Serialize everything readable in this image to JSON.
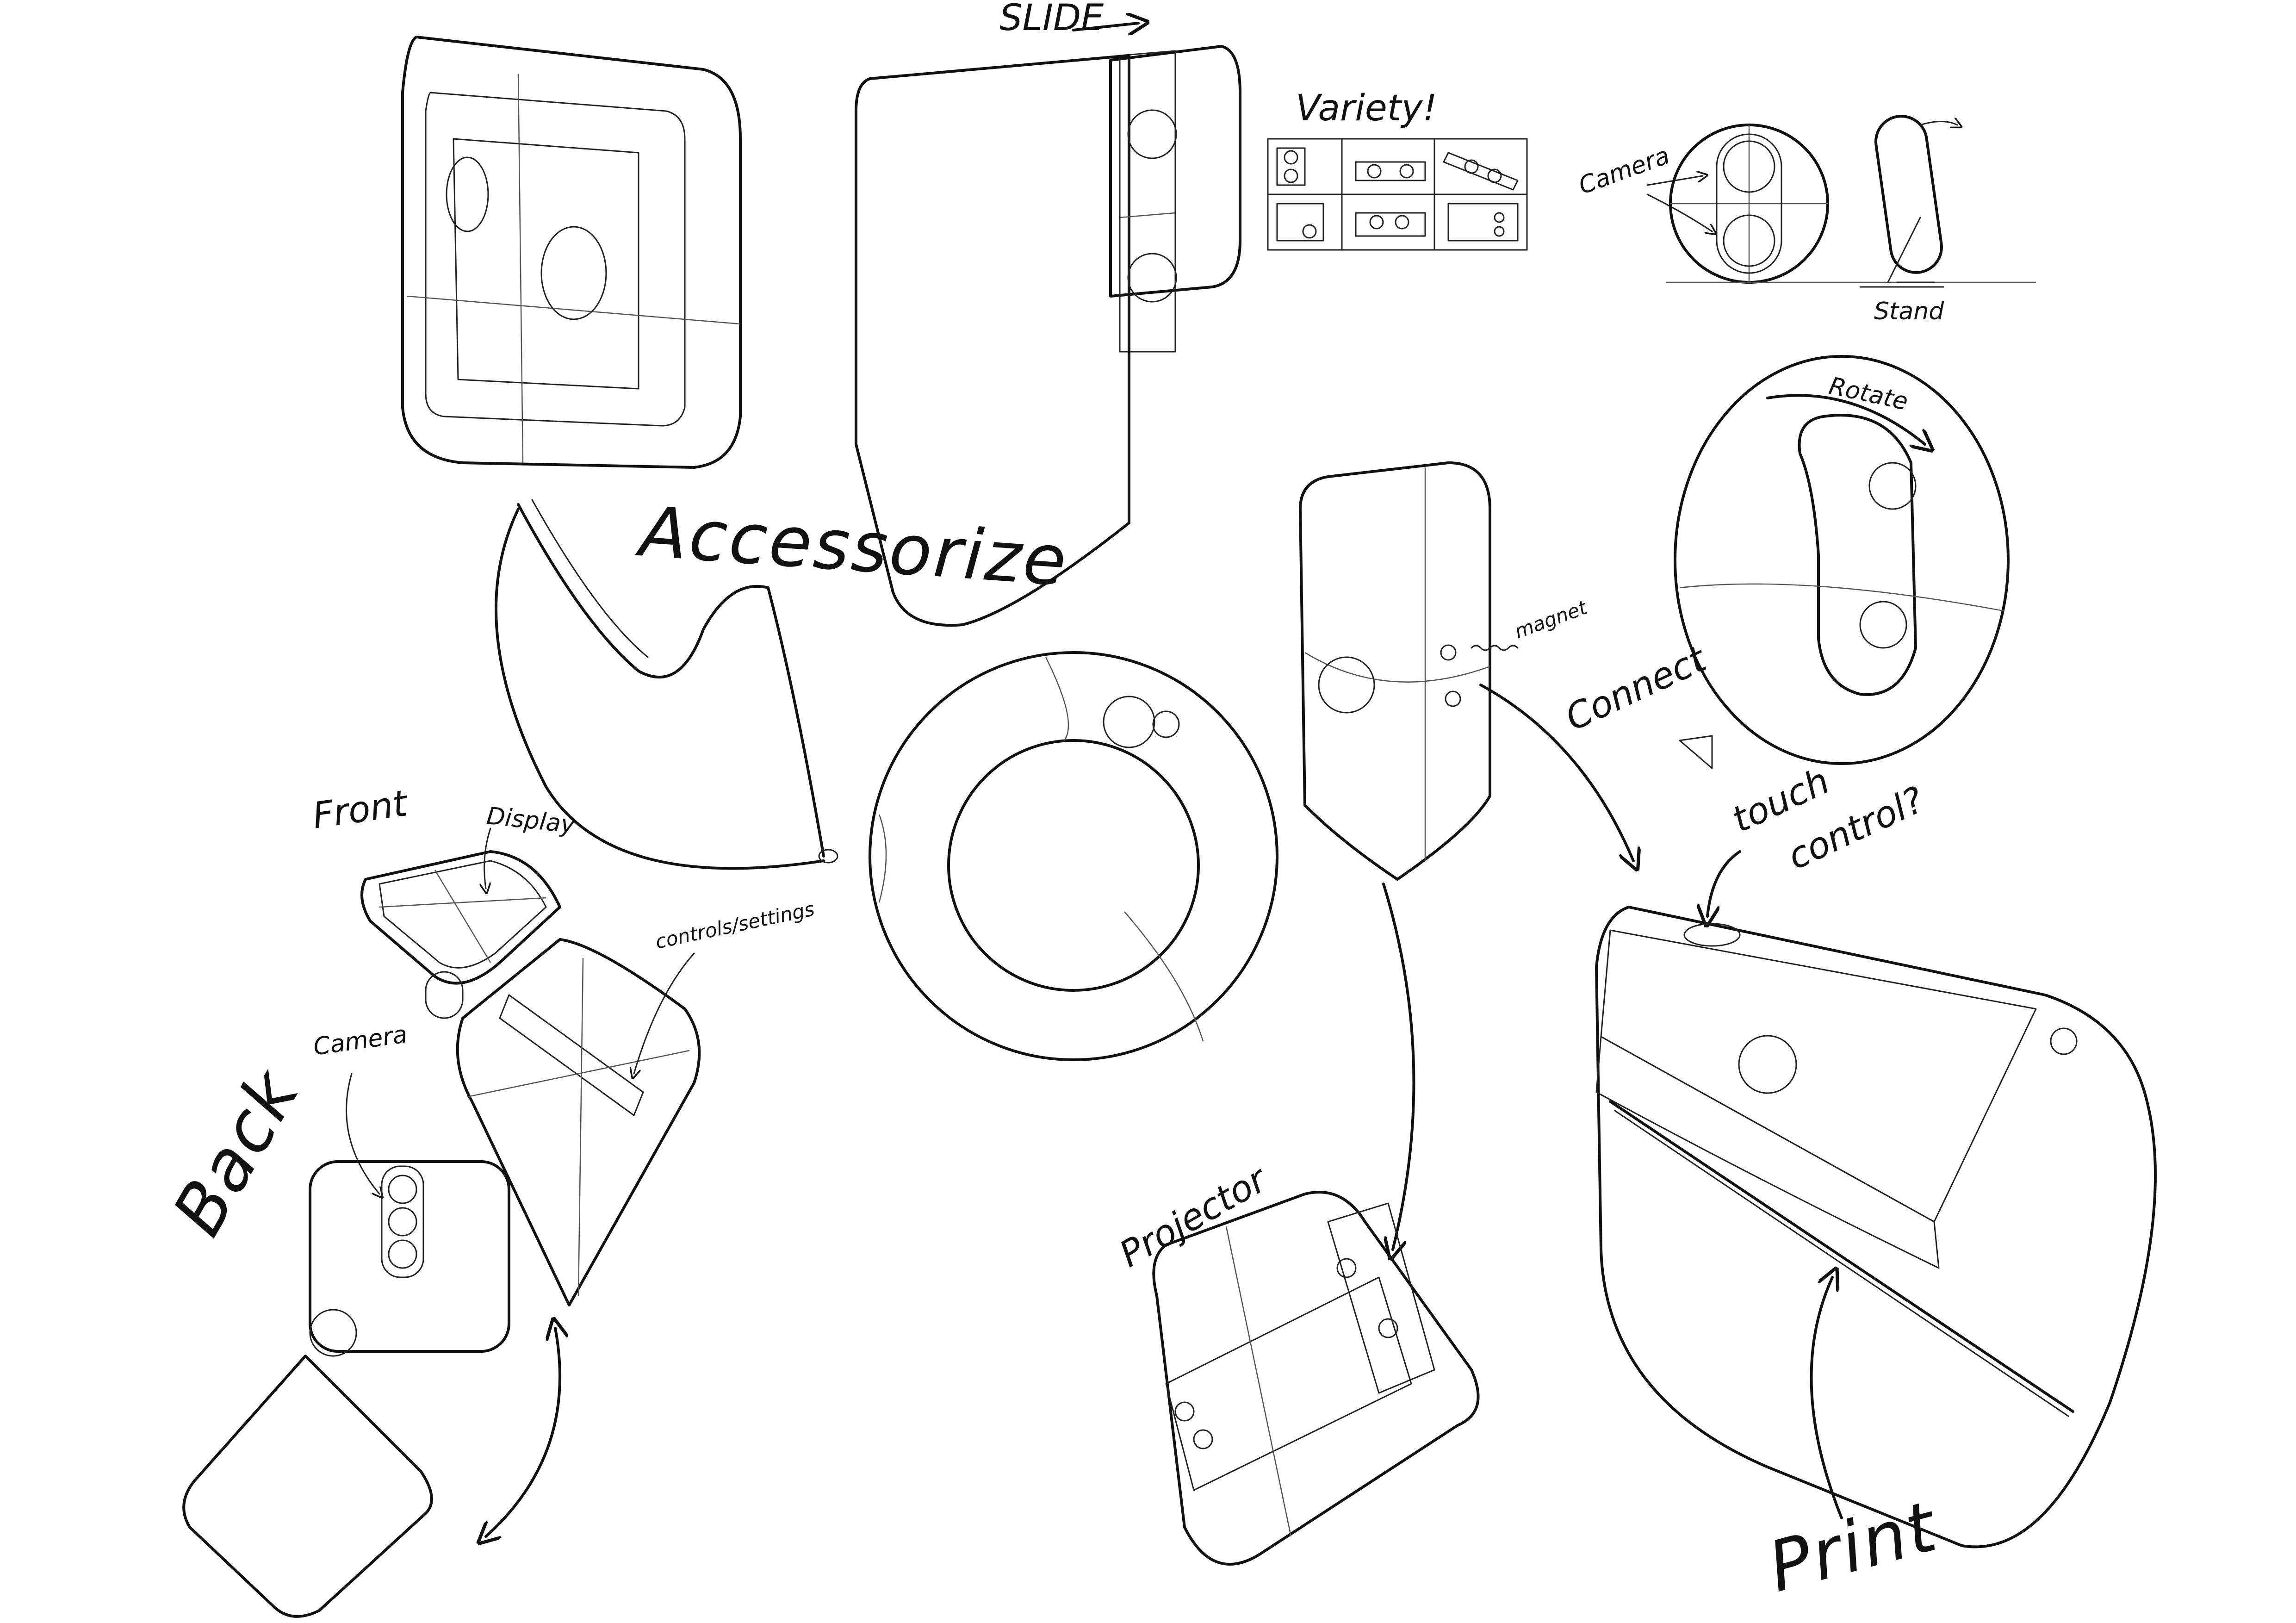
{
  "labels": {
    "slide": "SLIDE",
    "variety": "Variety!",
    "camera_top": "Camera",
    "stand": "Stand",
    "accessorize": "Accessorize",
    "rotate": "Rotate",
    "magnet": "magnet",
    "connect": "Connect",
    "touch": "touch",
    "control": "control?",
    "front": "Front",
    "display": "Display",
    "controls_settings": "controls/settings",
    "camera_left": "Camera",
    "back": "Back",
    "projector": "Projector",
    "print": "Print"
  },
  "colors": {
    "body_green": "#e3f5d6",
    "body_grey": "#d5d5d5",
    "lens_blue": "#a8cdf0",
    "display_blue": "#cfe8f6",
    "magnet_yellow": "#f3e5b0",
    "ink": "#111111"
  }
}
